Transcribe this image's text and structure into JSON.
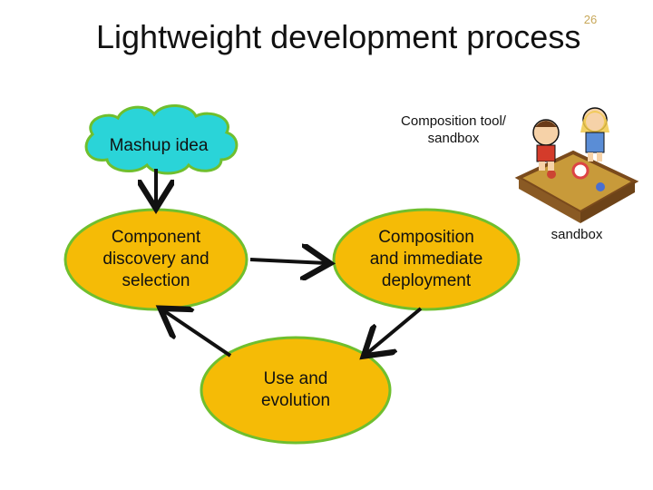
{
  "slide": {
    "number": "26",
    "title": "Lightweight development process"
  },
  "nodes": {
    "idea": "Mashup idea",
    "discovery": [
      "Component",
      "discovery and",
      "selection"
    ],
    "composition": [
      "Composition",
      "and immediate",
      "deployment"
    ],
    "use": [
      "Use and",
      "evolution"
    ]
  },
  "tool_label": [
    "Composition tool/",
    "sandbox"
  ],
  "sandbox_caption": "sandbox",
  "colors": {
    "cloud_fill": "#2ad4d8",
    "cloud_stroke": "#6fbf2e",
    "node_fill": "#f5bb06",
    "node_stroke": "#6fbf2e",
    "arrow": "#111111",
    "sandbox_sand": "#c89a3a",
    "sandbox_wood": "#7a4a1c"
  }
}
